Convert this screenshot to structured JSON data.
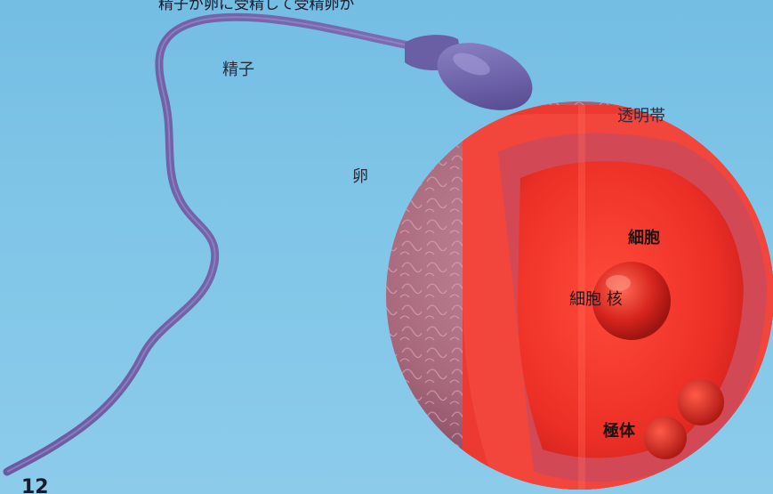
{
  "header_text": "精子が卵に受精して受精卵が",
  "labels": {
    "sperm": "精子",
    "egg": "卵",
    "zona": "透明帯",
    "cell": "細胞",
    "nucleus": "細胞 核",
    "polar_body": "極体"
  },
  "page_number": "12",
  "colors": {
    "background": "#7cc3e6",
    "sperm": "#6f64a8",
    "egg_outer": "#a86a7e",
    "egg_cut": "#e8312a",
    "nucleus": "#d4261e"
  }
}
